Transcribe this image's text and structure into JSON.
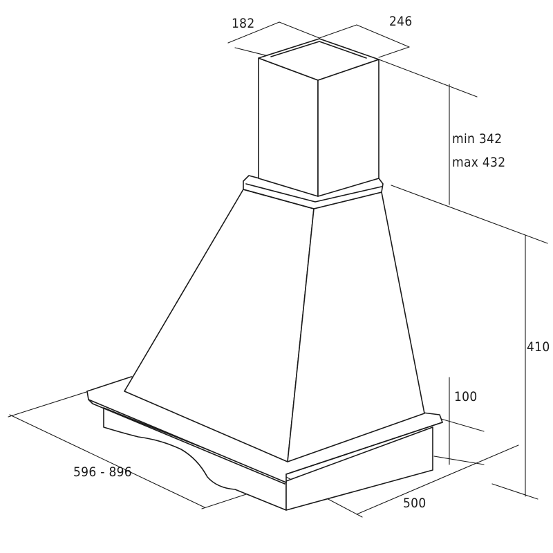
{
  "product": "Cooker hood",
  "diagram_type": "dimension drawing",
  "dimensions": {
    "chimney_depth": "182",
    "chimney_width": "246",
    "chimney_height_min": "min 342",
    "chimney_height_max": "max 432",
    "hood_height": "410",
    "frame_height": "100",
    "hood_depth": "500",
    "hood_width": "596 - 896"
  },
  "colors": {
    "line": "#1a1a1a",
    "background": "#ffffff"
  }
}
